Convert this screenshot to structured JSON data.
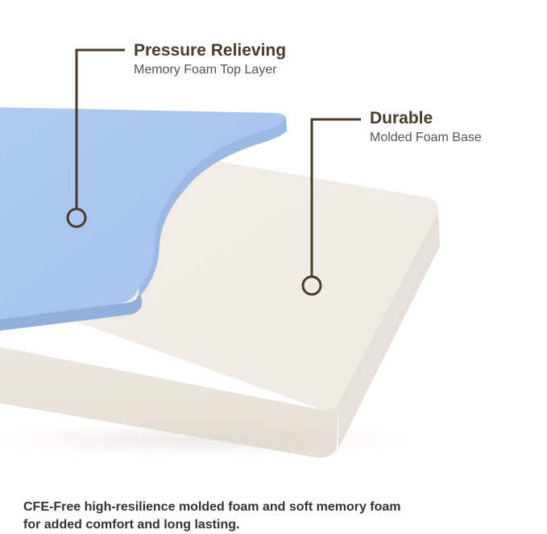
{
  "callouts": [
    {
      "title": "Pressure Relieving",
      "subtitle": "Memory Foam Top Layer"
    },
    {
      "title": "Durable",
      "subtitle": "Molded Foam Base"
    }
  ],
  "caption": {
    "line1": "CFE-Free high-resilience molded foam and soft memory foam",
    "line2": "for added comfort and long lasting."
  },
  "colors": {
    "memory_foam": "#a9c8ee",
    "base_foam": "#efebe3",
    "callout_line": "#4a3b2b",
    "title_text": "#4a3b2b"
  }
}
